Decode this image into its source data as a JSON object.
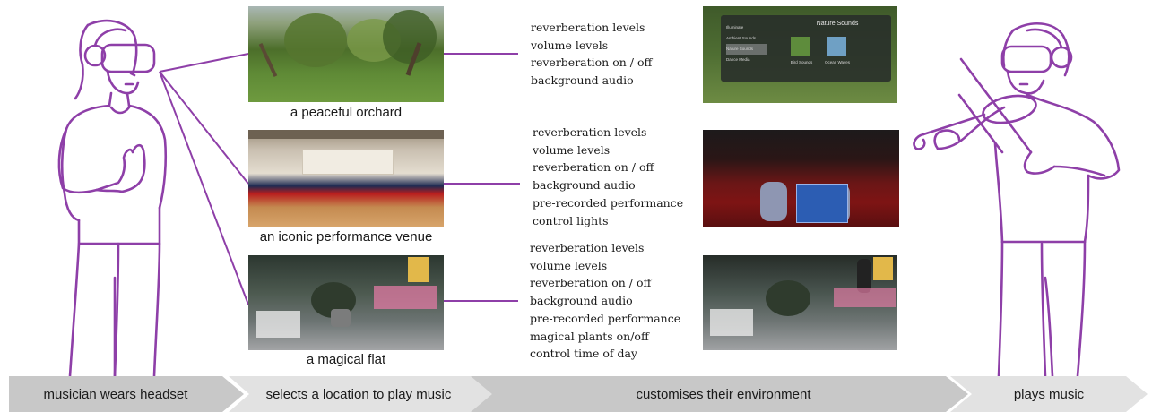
{
  "locations": [
    {
      "caption": "a peaceful orchard",
      "options": [
        "reverberation levels",
        "volume levels",
        "reverberation on / off",
        "background audio"
      ],
      "menu": {
        "title": "Nature Sounds",
        "items": [
          "Illuminate",
          "Ambient Sounds",
          "Nature Sounds",
          "Dance Media"
        ],
        "tiles": [
          "Bird Sounds",
          "Ocean Waves"
        ]
      }
    },
    {
      "caption": "an iconic performance venue",
      "options": [
        "reverberation levels",
        "volume levels",
        "reverberation on / off",
        "background audio",
        "pre-recorded performance",
        "control lights"
      ]
    },
    {
      "caption": "a magical flat",
      "options": [
        "reverberation levels",
        "volume levels",
        "reverberation on / off",
        "background audio",
        "pre-recorded performance",
        "magical plants on/off",
        "control time of day"
      ]
    }
  ],
  "process": [
    "musician wears headset",
    "selects a location to play music",
    "customises their environment",
    "plays music"
  ],
  "colors": {
    "accent_purple": "#8e3fa8",
    "arrow_grey": "#c9c9c9"
  }
}
